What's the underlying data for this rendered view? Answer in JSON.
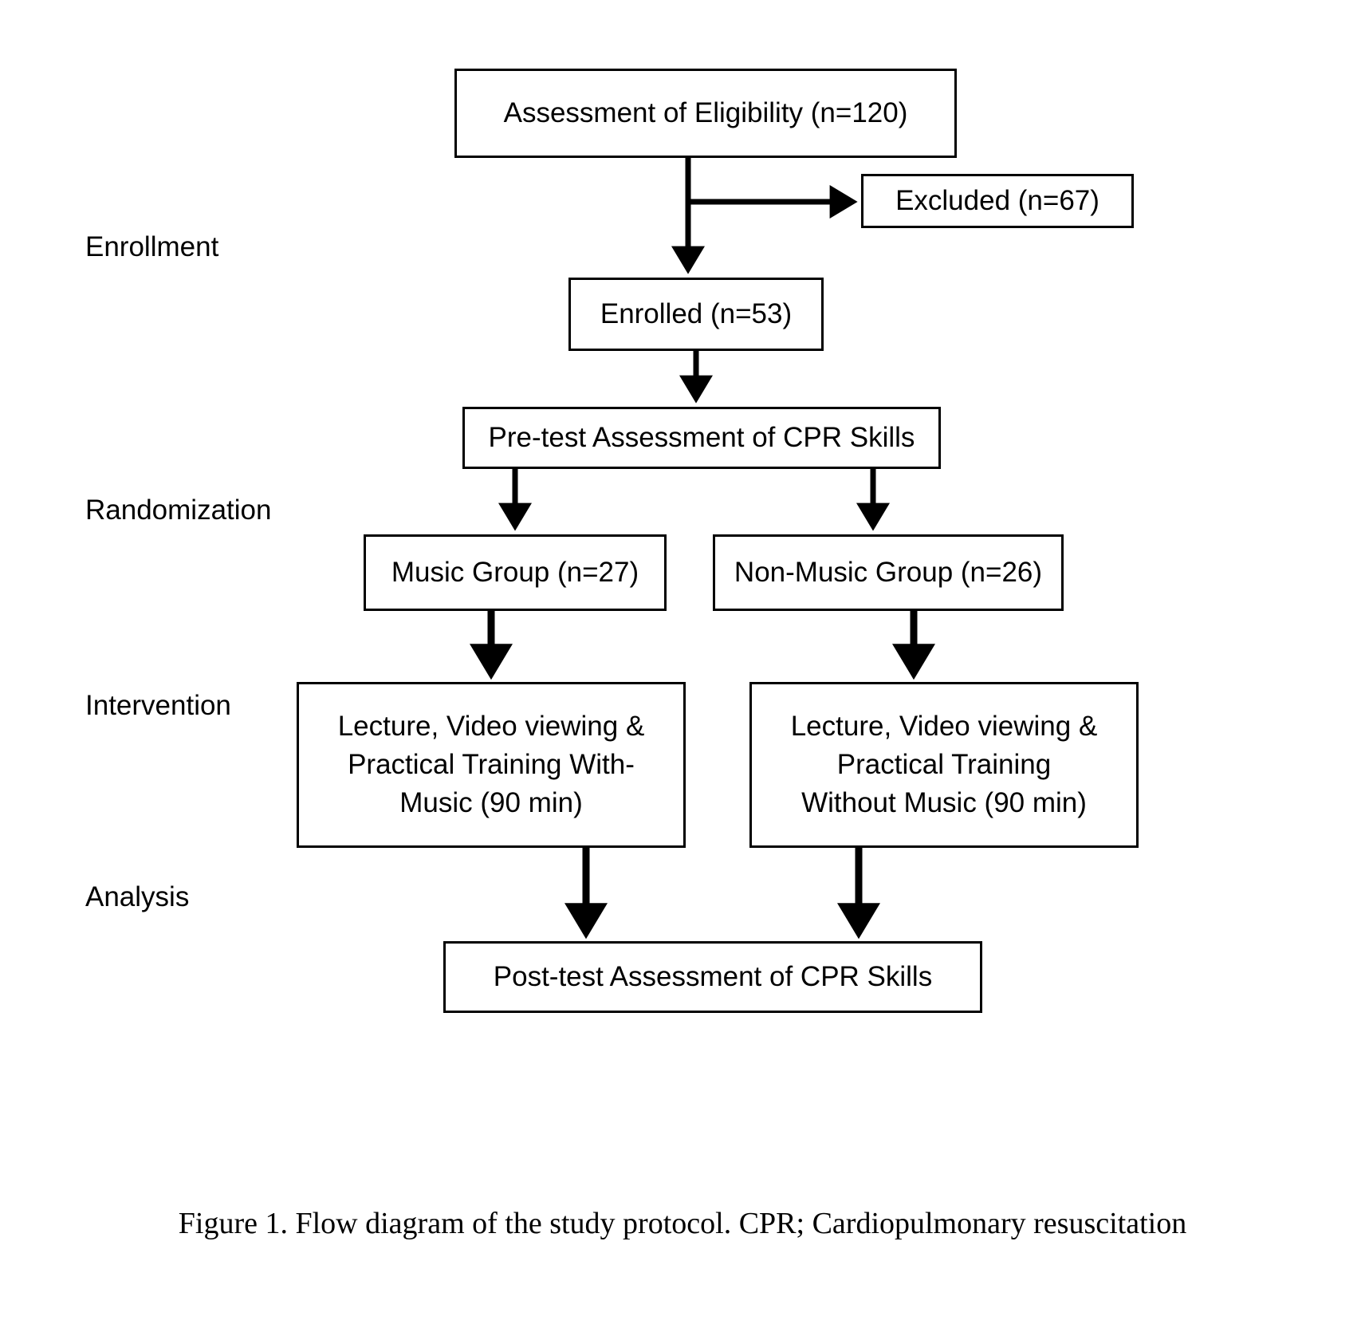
{
  "figure": {
    "caption": "Figure 1. Flow diagram of the study protocol. CPR; Cardiopulmonary resuscitation",
    "line_color": "#000000",
    "background_color": "#ffffff"
  },
  "stage_labels": [
    {
      "id": "enrollment",
      "label": "Enrollment"
    },
    {
      "id": "randomization",
      "label": "Randomization"
    },
    {
      "id": "intervention",
      "label": "Intervention"
    },
    {
      "id": "analysis",
      "label": "Analysis"
    }
  ],
  "nodes": {
    "eligibility": {
      "label": "Assessment of Eligibility (n=120)",
      "n": 120
    },
    "excluded": {
      "label": "Excluded (n=67)",
      "n": 67
    },
    "enrolled": {
      "label": "Enrolled (n=53)",
      "n": 53
    },
    "pretest": {
      "label": "Pre-test Assessment of CPR Skills"
    },
    "music_group": {
      "label": "Music Group (n=27)",
      "n": 27
    },
    "non_music_group": {
      "label": "Non-Music Group (n=26)",
      "n": 26
    },
    "intervention_music": {
      "label": "Lecture, Video viewing &\nPractical Training With-\nMusic (90 min)",
      "duration_min": 90
    },
    "intervention_non_music": {
      "label": "Lecture, Video viewing &\nPractical Training\nWithout Music (90 min)",
      "duration_min": 90
    },
    "posttest": {
      "label": "Post-test Assessment of CPR Skills"
    }
  },
  "edges": [
    {
      "from": "eligibility",
      "to": "excluded",
      "type": "elbow-right"
    },
    {
      "from": "eligibility",
      "to": "enrolled",
      "type": "straight-down"
    },
    {
      "from": "enrolled",
      "to": "pretest",
      "type": "straight-down"
    },
    {
      "from": "pretest",
      "to": "music_group",
      "type": "straight-down"
    },
    {
      "from": "pretest",
      "to": "non_music_group",
      "type": "straight-down"
    },
    {
      "from": "music_group",
      "to": "intervention_music",
      "type": "straight-down"
    },
    {
      "from": "non_music_group",
      "to": "intervention_non_music",
      "type": "straight-down"
    },
    {
      "from": "intervention_music",
      "to": "posttest",
      "type": "straight-down"
    },
    {
      "from": "intervention_non_music",
      "to": "posttest",
      "type": "straight-down"
    }
  ]
}
